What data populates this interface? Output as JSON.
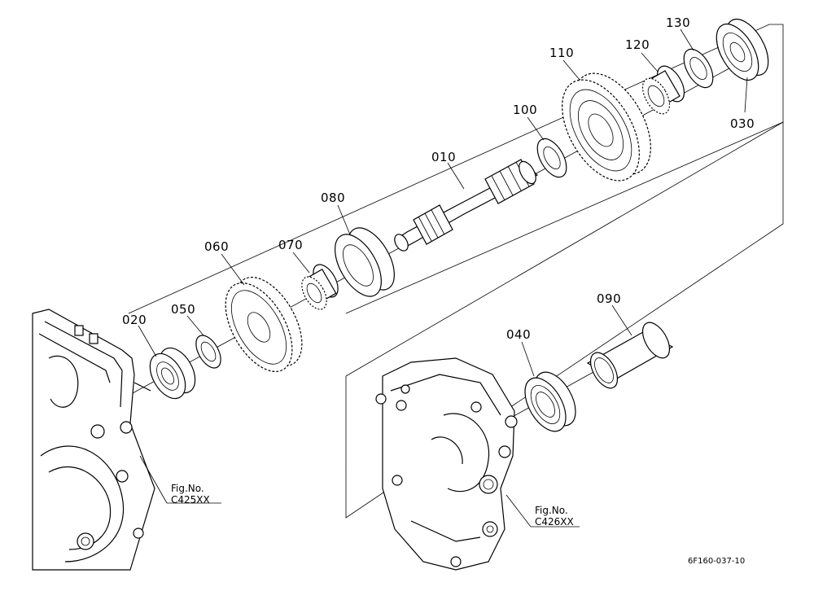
{
  "parts": {
    "p010": "010",
    "p020": "020",
    "p030": "030",
    "p040": "040",
    "p050": "050",
    "p060": "060",
    "p070": "070",
    "p080": "080",
    "p090": "090",
    "p100": "100",
    "p110": "110",
    "p120": "120",
    "p130": "130"
  },
  "references": {
    "left": {
      "line1": "Fig.No.",
      "line2": "C425XX"
    },
    "right": {
      "line1": "Fig.No.",
      "line2": "C426XX"
    }
  },
  "drawing_code": "6F160-037-10"
}
